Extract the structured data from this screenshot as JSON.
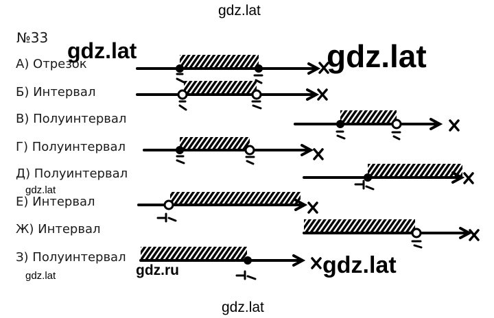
{
  "watermarks": {
    "top": "gdz.lat",
    "bottom": "gdz.lat",
    "big_left": "gdz.lat",
    "big_right": "gdz.lat",
    "small_1": "gdz.lat",
    "small_2": "gdz.lat",
    "ru": "gdz.ru",
    "big_bottom": "gdz.lat"
  },
  "problem_number": "№33",
  "items": [
    {
      "label": "А) Отрезок"
    },
    {
      "label": "Б) Интервал"
    },
    {
      "label": "В) Полуинтервал"
    },
    {
      "label": "Г) Полуинтервал"
    },
    {
      "label": "Д) Полуинтервал"
    },
    {
      "label": "Е) Интервал"
    },
    {
      "label": "Ж) Интервал"
    },
    {
      "label": "З) Полуинтервал"
    }
  ],
  "colors": {
    "ink": "#000000",
    "text": "#1a1a1a",
    "background": "#ffffff"
  }
}
